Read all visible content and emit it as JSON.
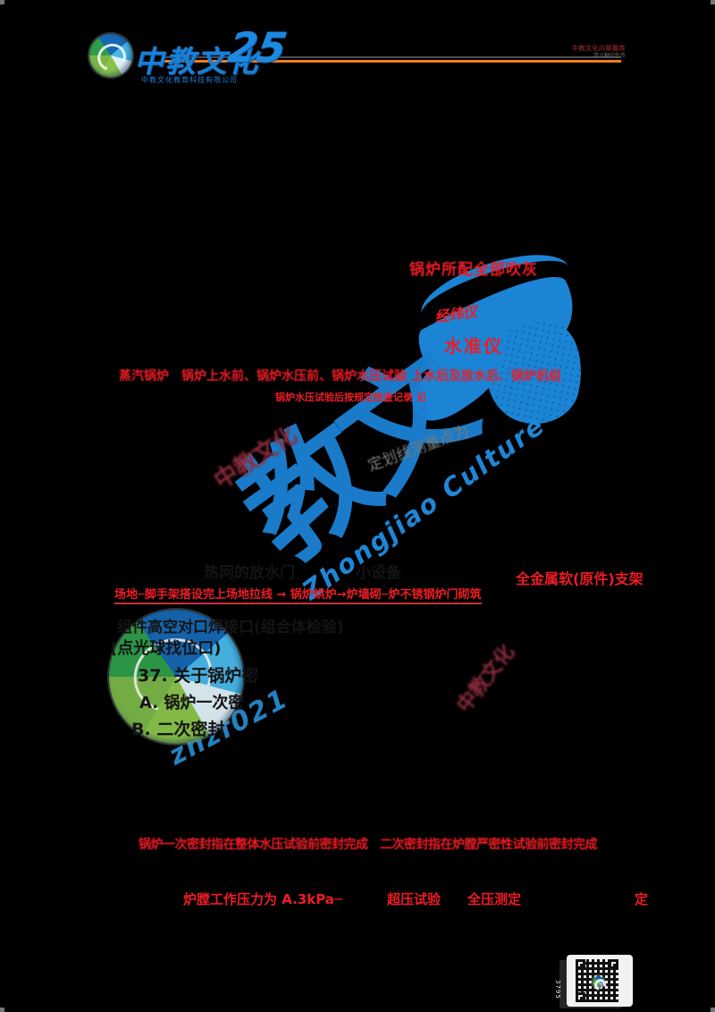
{
  "colors": {
    "accent_orange": "#ef7c1a",
    "ink_red": "#ee1c25",
    "dark_red": "#8e2c3e",
    "brand_blue": "#1a7fd6",
    "watermark_blue": "#1b80d2"
  },
  "header": {
    "brand_text": "中教文化",
    "brand_mark": "25",
    "brand_caption": "中教文化教育科技有限公司",
    "note_line1": "中教文化内部题库",
    "note_line2": "禁止翻印外传"
  },
  "watermark": {
    "big_cn": "教文",
    "big_en": "Zhongjiao Culture",
    "script": "znzf021",
    "diag_dark1": "中教文化",
    "diag_dark2": "中教文化",
    "diag_gray": "定划线测量点为"
  },
  "content": {
    "heading_red": "锅炉所配全部吹灰",
    "instrument_theodolite": "经纬仪",
    "instrument_level": "水准仪",
    "red_line1": "蒸汽锅炉　锅炉上水前、锅炉水压前、锅炉水压试验 上水后及放水后、锅炉机组",
    "red_line2": "锅炉水压试验后按规定检查记录 记",
    "dark_line1": "热网的放水门　　　　小设备",
    "red_right": "全金属软(原件)支架",
    "red_arrow_line": "场地─脚手架搭设完上场地拉线 → 锅炉烘炉→炉墙砌─炉不锈钢炉门砌筑",
    "dark_line2": "组件高空对口焊接口(组合体检验)",
    "dark_line3": "(点光球找位口)",
    "q37": "37. 关于锅炉密",
    "optA": "A. 锅炉一次密",
    "optB": "B. 二次密封",
    "bottom_red": "锅炉一次密封指在整体水压试验前密封完成　二次密封指在炉膛严密性试验前密封完成",
    "mixed1": "炉膛工作压力为 A.3kPa─",
    "mixed2": "超压试验",
    "mixed3": "全压测定",
    "mixed4": "定"
  },
  "qr": {
    "side_text": "3795"
  }
}
